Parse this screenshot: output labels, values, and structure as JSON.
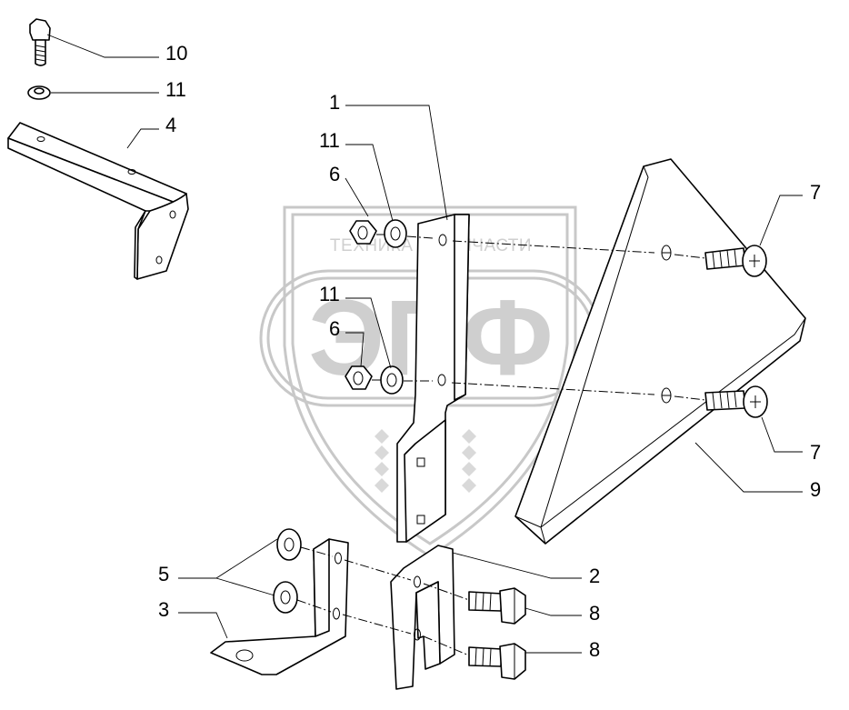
{
  "watermark": {
    "brand": "ЭПФ",
    "caption": "ТЕХНИКА И ЗАПЧАСТИ"
  },
  "callouts": {
    "c10": "10",
    "c11_top": "11",
    "c4": "4",
    "c1": "1",
    "c11_mid_upper": "11",
    "c6_upper": "6",
    "c11_mid_lower": "11",
    "c6_lower": "6",
    "c7_upper": "7",
    "c7_lower": "7",
    "c9": "9",
    "c5": "5",
    "c3": "3",
    "c2": "2",
    "c8_upper": "8",
    "c8_lower": "8"
  }
}
